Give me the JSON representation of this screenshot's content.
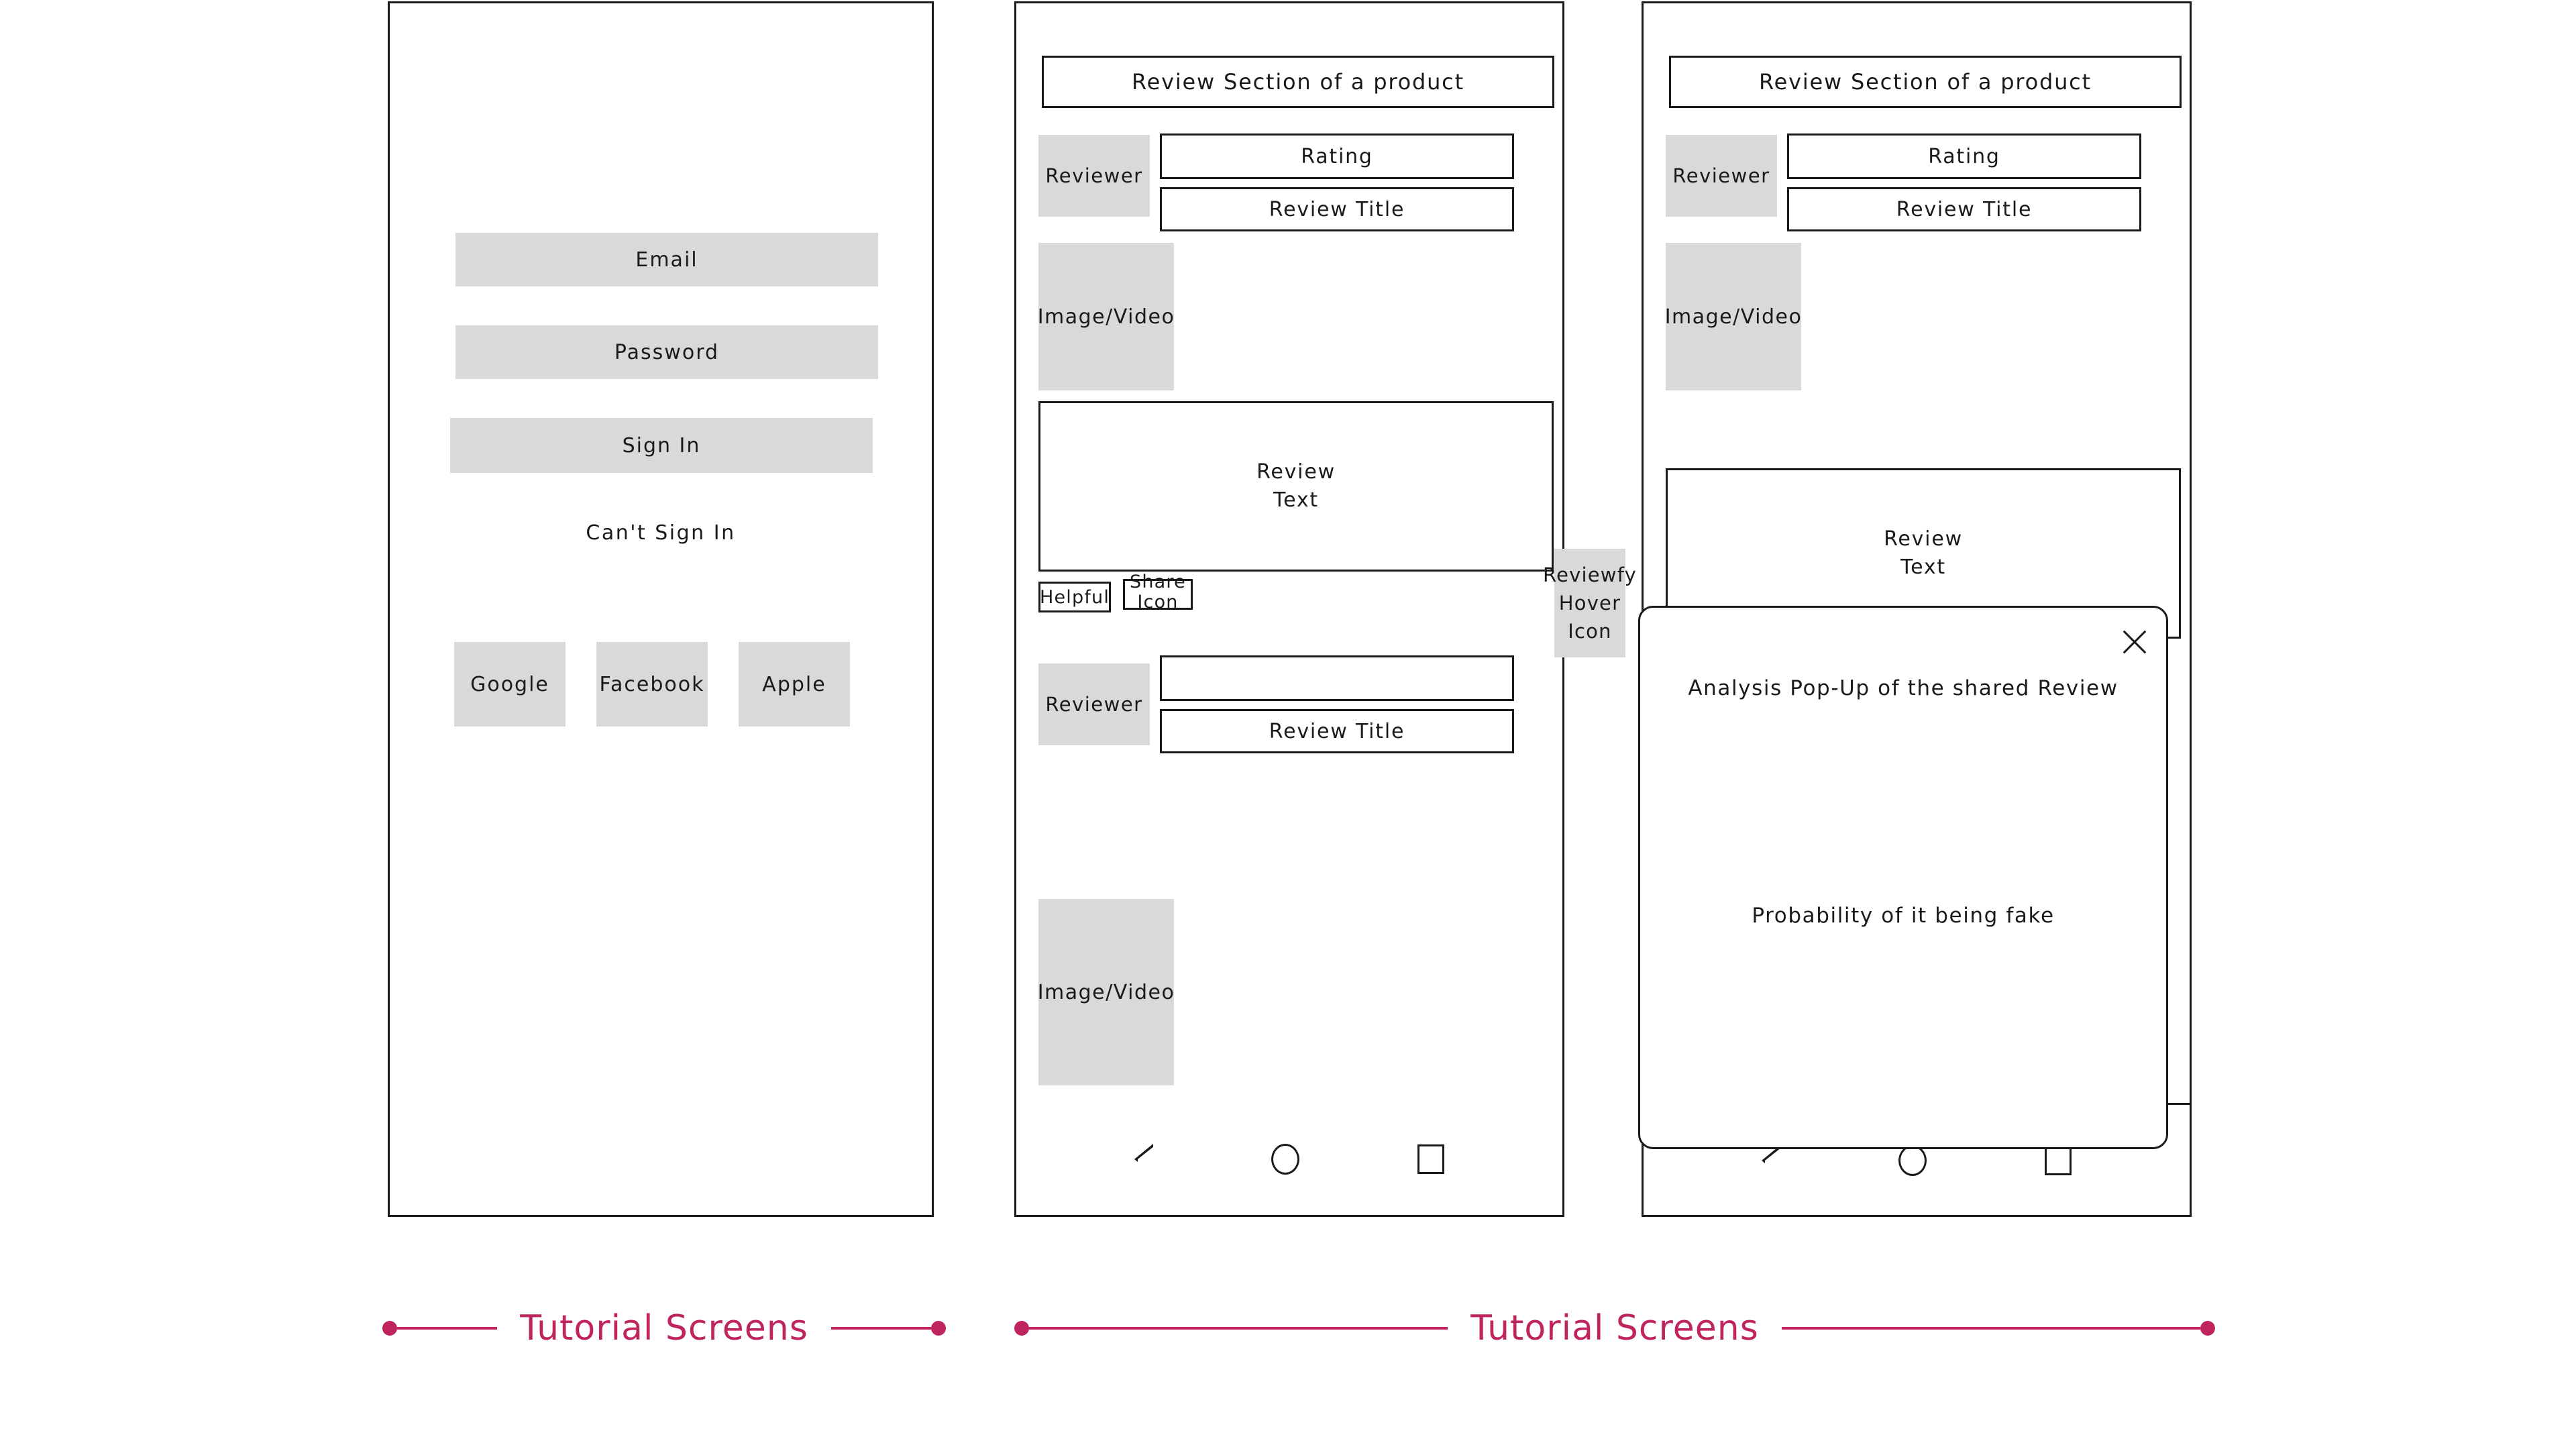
{
  "colors": {
    "accent": "#c0245f",
    "placeholder_grey": "#d9d9d9",
    "stroke": "#1a1a1a",
    "background": "#ffffff"
  },
  "screens": [
    {
      "id": "sign-in",
      "caption": "Tutorial Screens",
      "fields": [
        {
          "label": "Email"
        },
        {
          "label": "Password"
        }
      ],
      "primary_button": "Sign In",
      "help_link": "Can't Sign In",
      "social_buttons": [
        {
          "label": "Google"
        },
        {
          "label": "Facebook"
        },
        {
          "label": "Apple"
        }
      ],
      "nav_bar": null
    },
    {
      "id": "review-section",
      "caption": "Tutorial Screens",
      "header": "Review Section of a product",
      "reviews": [
        {
          "reviewer": "Reviewer",
          "rating": "Rating",
          "review_title": "Review Title",
          "media": "Image/Video",
          "review_text": "Review\nText",
          "actions": [
            {
              "label": "Helpful"
            },
            {
              "label": "Share\nIcon"
            }
          ],
          "hover_icon": "Reviewfy\nHover\nIcon"
        },
        {
          "reviewer": "Reviewer",
          "rating": "",
          "review_title": "Review Title",
          "media": "Image/Video"
        }
      ],
      "nav_bar": {
        "back": "back-icon",
        "home": "home-icon",
        "recents": "recents-icon"
      }
    },
    {
      "id": "analysis-popup",
      "caption": "Tutorial Screens",
      "header": "Review Section of a product",
      "reviews": [
        {
          "reviewer": "Reviewer",
          "rating": "Rating",
          "review_title": "Review Title",
          "media": "Image/Video",
          "review_text": "Review\nText"
        }
      ],
      "popup": {
        "close_icon": "close-icon",
        "title": "Analysis Pop-Up of the shared Review",
        "body": "Probability of it being fake"
      },
      "nav_bar": {
        "back": "back-icon",
        "home": "home-icon",
        "recents": "recents-icon"
      }
    }
  ]
}
